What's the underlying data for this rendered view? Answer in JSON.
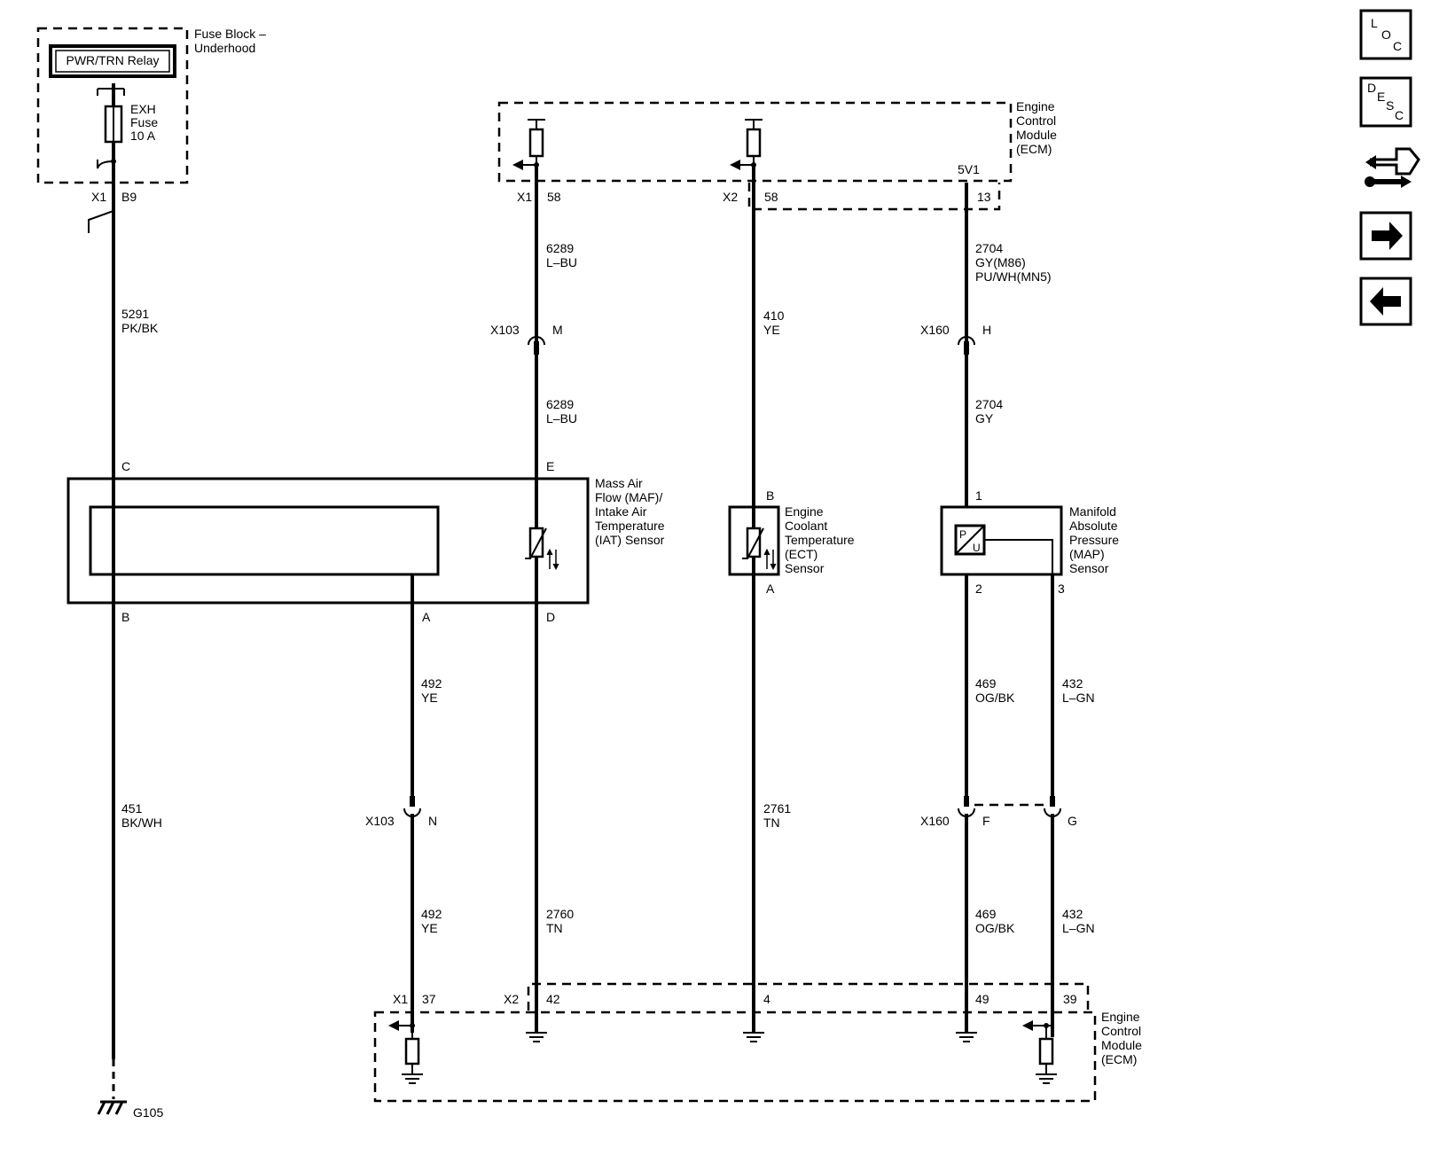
{
  "fuse_block": {
    "label_1": "Fuse Block –",
    "label_2": "Underhood"
  },
  "relay": {
    "label": "PWR/TRN Relay"
  },
  "fuse": {
    "line1": "EXH",
    "line2": "Fuse",
    "line3": "10 A"
  },
  "connector_b9": {
    "conn": "X1",
    "pin": "B9"
  },
  "wire_5291": {
    "circuit": "5291",
    "color": "PK/BK"
  },
  "wire_451": {
    "circuit": "451",
    "color": "BK/WH"
  },
  "ground_g105": {
    "label": "G105"
  },
  "ecm_top": {
    "line1": "Engine",
    "line2": "Control",
    "line3": "Module",
    "line4": "(ECM)",
    "ref": "5V1"
  },
  "ecm_top_pins": {
    "x1": "X1",
    "p58a": "58",
    "x2": "X2",
    "p58b": "58",
    "p13": "13"
  },
  "wire_6289_upper": {
    "circuit": "6289",
    "color": "L–BU"
  },
  "wire_6289_lower": {
    "circuit": "6289",
    "color": "L–BU"
  },
  "wire_410": {
    "circuit": "410",
    "color": "YE"
  },
  "wire_2704_upper": {
    "circuit": "2704",
    "color1": "GY(M86)",
    "color2": "PU/WH(MN5)"
  },
  "wire_2704_lower": {
    "circuit": "2704",
    "color": "GY"
  },
  "x103_m": {
    "conn": "X103",
    "pin": "M"
  },
  "x160_h": {
    "conn": "X160",
    "pin": "H"
  },
  "maf_sensor": {
    "line1": "Mass Air",
    "line2": "Flow (MAF)/",
    "line3": "Intake Air",
    "line4": "Temperature",
    "line5": "(IAT) Sensor",
    "pin_c": "C",
    "pin_e": "E",
    "pin_b": "B",
    "pin_a": "A",
    "pin_d": "D"
  },
  "ect_sensor": {
    "line1": "Engine",
    "line2": "Coolant",
    "line3": "Temperature",
    "line4": "(ECT)",
    "line5": "Sensor",
    "pin_b": "B",
    "pin_a": "A"
  },
  "map_sensor": {
    "line1": "Manifold",
    "line2": "Absolute",
    "line3": "Pressure",
    "line4": "(MAP)",
    "line5": "Sensor",
    "pin_1": "1",
    "pin_2": "2",
    "pin_3": "3",
    "glyph_p": "P",
    "glyph_u": "U"
  },
  "wire_492_upper": {
    "circuit": "492",
    "color": "YE"
  },
  "wire_492_lower": {
    "circuit": "492",
    "color": "YE"
  },
  "wire_469_upper": {
    "circuit": "469",
    "color": "OG/BK"
  },
  "wire_469_lower": {
    "circuit": "469",
    "color": "OG/BK"
  },
  "wire_432_upper": {
    "circuit": "432",
    "color": "L–GN"
  },
  "wire_432_lower": {
    "circuit": "432",
    "color": "L–GN"
  },
  "wire_2761": {
    "circuit": "2761",
    "color": "TN"
  },
  "wire_2760": {
    "circuit": "2760",
    "color": "TN"
  },
  "x103_n": {
    "conn": "X103",
    "pin": "N"
  },
  "x160_fg": {
    "conn": "X160",
    "pin_f": "F",
    "pin_g": "G"
  },
  "ecm_bottom": {
    "line1": "Engine",
    "line2": "Control",
    "line3": "Module",
    "line4": "(ECM)"
  },
  "ecm_bottom_pins": {
    "x1": "X1",
    "p37": "37",
    "x2": "X2",
    "p42": "42",
    "p4": "4",
    "p49": "49",
    "p39": "39"
  },
  "nav": {
    "loc_1": "L",
    "loc_2": "O",
    "loc_3": "C",
    "desc_1": "D",
    "desc_2": "E",
    "desc_3": "S",
    "desc_4": "C"
  }
}
